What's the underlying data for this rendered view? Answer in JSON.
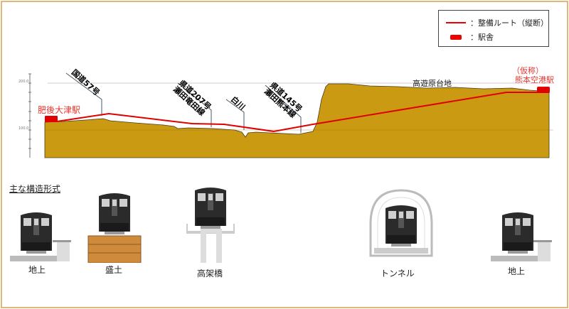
{
  "legend": {
    "route_label": "：整備ルート（縦断）",
    "station_label": "：駅舎"
  },
  "colors": {
    "route": "#e00000",
    "ground": "#c99a12",
    "station": "#e00000",
    "frame": "#e3b679"
  },
  "profile": {
    "axis_ticks": [
      "200.0",
      "100.0"
    ],
    "stations": {
      "start": "肥後大津駅",
      "end_prefix": "（仮称）",
      "end": "熊本空港駅"
    },
    "crossings": [
      {
        "lines": [
          "国道57号"
        ]
      },
      {
        "lines": [
          "県道207号",
          "瀬田竜田線"
        ]
      },
      {
        "lines": [
          "白川"
        ]
      },
      {
        "lines": [
          "県道145号",
          "瀬田熊本線"
        ]
      }
    ],
    "plateau_label": "高遊原台地"
  },
  "structures": {
    "title": "主な構造形式",
    "items": [
      {
        "label": "地上"
      },
      {
        "label": "盛土"
      },
      {
        "label": "高架橋"
      },
      {
        "label": "トンネル"
      },
      {
        "label": "地上"
      }
    ]
  }
}
